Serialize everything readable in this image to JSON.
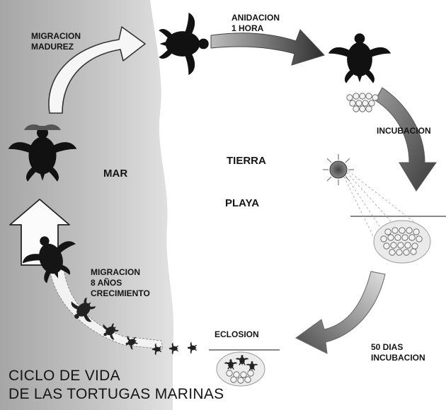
{
  "diagram": {
    "title_line1": "CICLO DE VIDA",
    "title_line2": "DE LAS TORTUGAS MARINAS",
    "zones": {
      "sea": "MAR",
      "land": "TIERRA",
      "beach": "PLAYA"
    },
    "stages": {
      "migration_maturity": "MIGRACION\nMADUREZ",
      "nesting": "ANIDACION\n1 HORA",
      "incubation": "INCUBACION",
      "incubation_days": "50 DIAS\nINCUBACION",
      "hatching": "ECLOSION",
      "migration_growth": "MIGRACION\n8 AÑOS\nCRECIMIENTO"
    }
  }
}
